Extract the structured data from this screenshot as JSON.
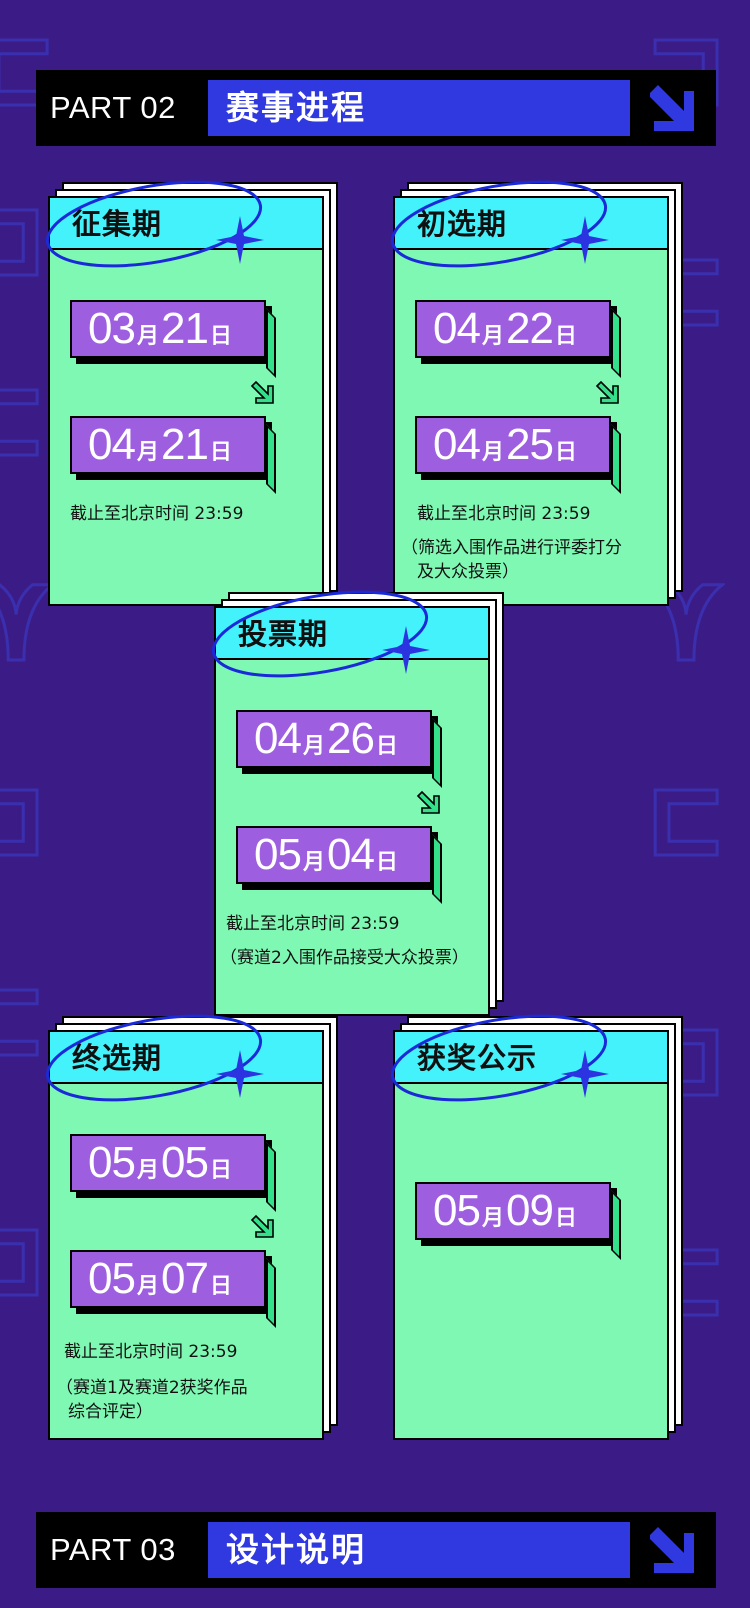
{
  "colors": {
    "background": "#3b1c86",
    "bar": "#000000",
    "title_box": "#3038e0",
    "card_face": "#7ff8b4",
    "card_head": "#44f2fc",
    "date_box": "#9e5ee0",
    "accent_green": "#34e08a",
    "sparkle": "#2b34e0"
  },
  "part02": {
    "label": "PART 02",
    "title": "赛事进程",
    "arrow_icon": "arrow-down-right-icon"
  },
  "part03": {
    "label": "PART 03",
    "title": "设计说明",
    "arrow_icon": "arrow-down-right-icon"
  },
  "stages": {
    "collect": {
      "title": "征集期",
      "start": {
        "month": "03",
        "day": "21"
      },
      "end": {
        "month": "04",
        "day": "21"
      },
      "notes": [
        "截止至北京时间 23:59"
      ]
    },
    "prelim": {
      "title": "初选期",
      "start": {
        "month": "04",
        "day": "22"
      },
      "end": {
        "month": "04",
        "day": "25"
      },
      "notes": [
        "截止至北京时间 23:59",
        "（筛选入围作品进行评委打分",
        "及大众投票）"
      ]
    },
    "vote": {
      "title": "投票期",
      "start": {
        "month": "04",
        "day": "26"
      },
      "end": {
        "month": "05",
        "day": "04"
      },
      "notes": [
        "截止至北京时间 23:59",
        "（赛道2入围作品接受大众投票）"
      ]
    },
    "final": {
      "title": "终选期",
      "start": {
        "month": "05",
        "day": "05"
      },
      "end": {
        "month": "05",
        "day": "07"
      },
      "notes": [
        "截止至北京时间 23:59",
        "（赛道1及赛道2获奖作品",
        "综合评定）"
      ]
    },
    "award": {
      "title": "获奖公示",
      "start": {
        "month": "05",
        "day": "09"
      }
    }
  },
  "units": {
    "month": "月",
    "day": "日"
  }
}
